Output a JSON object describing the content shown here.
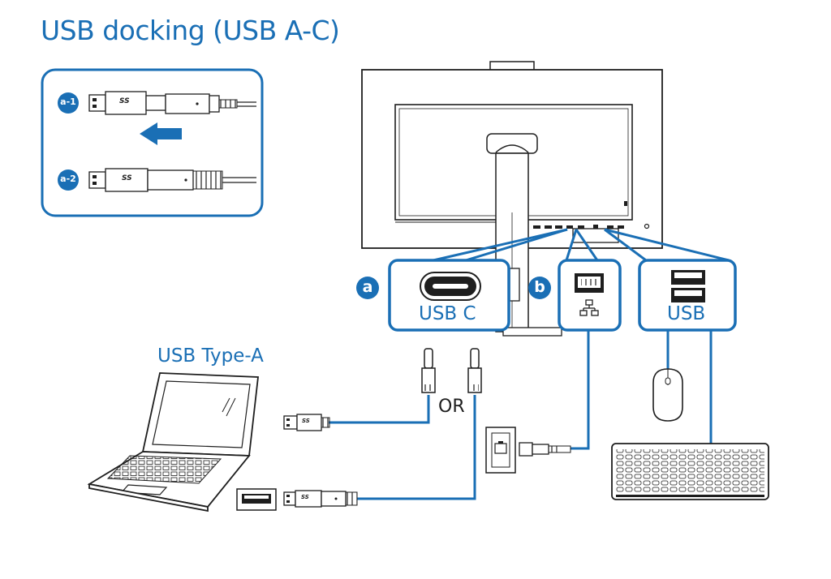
{
  "title": "USB docking (USB A-C)",
  "adapter_panel": {
    "step1_label": "a-1",
    "step2_label": "a-2",
    "superspeed_mark": "SS"
  },
  "ports": {
    "usbc_marker": "a",
    "usbc_label": "USB C",
    "lan_marker": "b",
    "usb_label": "USB"
  },
  "laptop": {
    "port_type_label": "USB Type-A"
  },
  "or_label": "OR",
  "colors": {
    "accent_blue": "#1a6fb5",
    "line_dark": "#1e1e1e",
    "background": "#ffffff"
  },
  "icons": [
    "arrow-left-icon",
    "usb-c-port-icon",
    "ethernet-port-icon",
    "network-icon",
    "usb-a-port-icon",
    "mouse-icon",
    "keyboard-icon",
    "laptop-icon",
    "wall-jack-icon"
  ]
}
